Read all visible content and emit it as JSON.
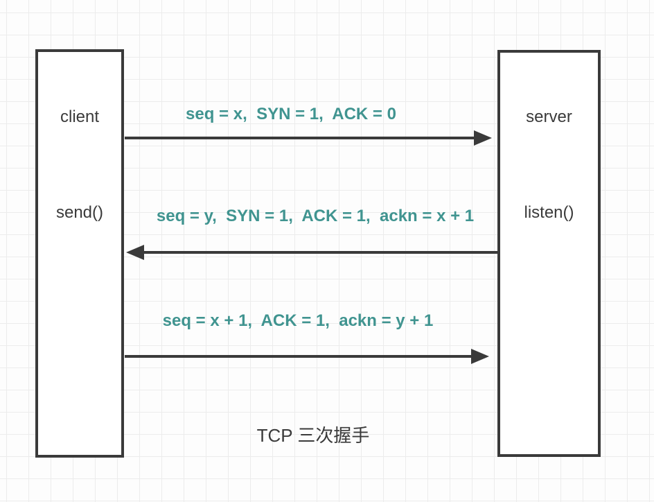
{
  "diagram": {
    "title": "TCP 三次握手",
    "actors": {
      "client": {
        "label": "client",
        "method": "send()"
      },
      "server": {
        "label": "server",
        "method": "listen()"
      }
    },
    "messages": [
      {
        "step": 1,
        "from": "client",
        "to": "server",
        "direction": "right",
        "label": "seq = x,  SYN = 1,  ACK = 0"
      },
      {
        "step": 2,
        "from": "server",
        "to": "client",
        "direction": "left",
        "label": "seq = y,  SYN = 1,  ACK = 1,  ackn = x + 1"
      },
      {
        "step": 3,
        "from": "client",
        "to": "server",
        "direction": "right",
        "label": "seq = x + 1,  ACK = 1,  ackn = y + 1"
      }
    ],
    "colors": {
      "stroke": "#3a3a3a",
      "message_text": "#409490",
      "grid_line": "#ececec",
      "background": "#fdfdfd"
    }
  }
}
